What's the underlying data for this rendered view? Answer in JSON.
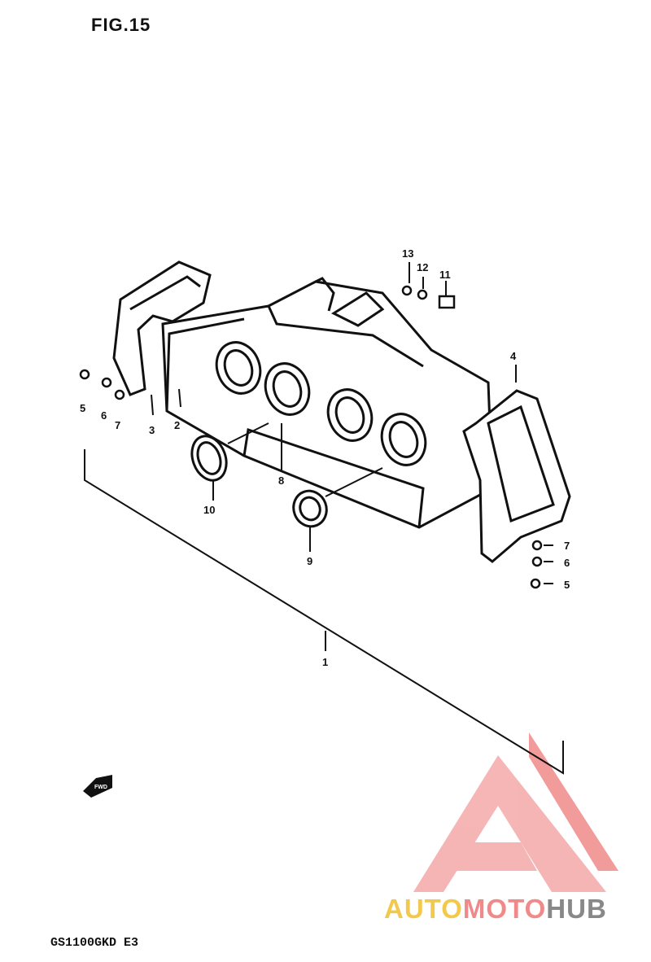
{
  "figure": {
    "title": "FIG.15",
    "model_code": "GS1100GKD  E3"
  },
  "callouts": [
    "1",
    "2",
    "3",
    "4",
    "5",
    "6",
    "7",
    "8",
    "9",
    "10",
    "11",
    "12",
    "13",
    "5",
    "6",
    "7"
  ],
  "front_arrow": {
    "label": "FWD"
  },
  "watermark": {
    "part1": "AUTO",
    "part2": "MOTO",
    "part3": "HUB",
    "colors": {
      "yellow": "#f2c94c",
      "red": "#f08a8a",
      "gray": "#888888"
    }
  }
}
